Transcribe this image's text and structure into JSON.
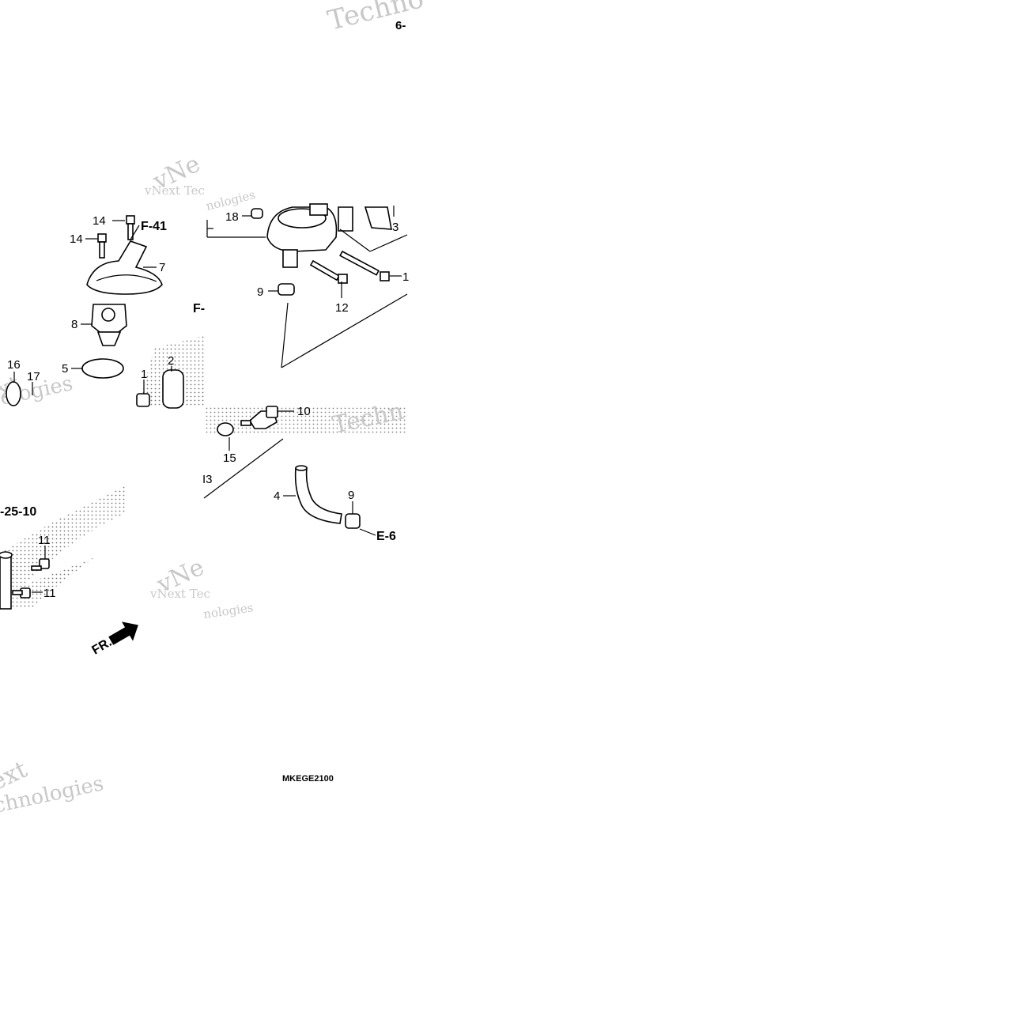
{
  "page_number": "6-",
  "diagram_code": "MKEGE2100",
  "front_indicator": "FR.",
  "watermarks": [
    "Techno",
    "vNext Tec",
    "nologies",
    "vNe",
    "xt",
    "ologies",
    "Techn",
    "vNext Tec",
    "vNe",
    "nologies",
    "ext",
    "chnologies"
  ],
  "part_labels": {
    "p1": "1",
    "p2": "2",
    "p3": "3",
    "p4": "4",
    "p5": "5",
    "p7": "7",
    "p8": "8",
    "p9a": "9",
    "p9b": "9",
    "p10": "10",
    "p11a": "11",
    "p11b": "11",
    "p12": "12",
    "p13": "I3",
    "p14a": "14",
    "p14b": "14",
    "p15": "15",
    "p16": "16",
    "p17": "17",
    "p18": "18",
    "p19": "1"
  },
  "reference_labels": {
    "f41": "F-41",
    "f4": "F-",
    "e6": "E-6",
    "e2510": "-25-10"
  }
}
